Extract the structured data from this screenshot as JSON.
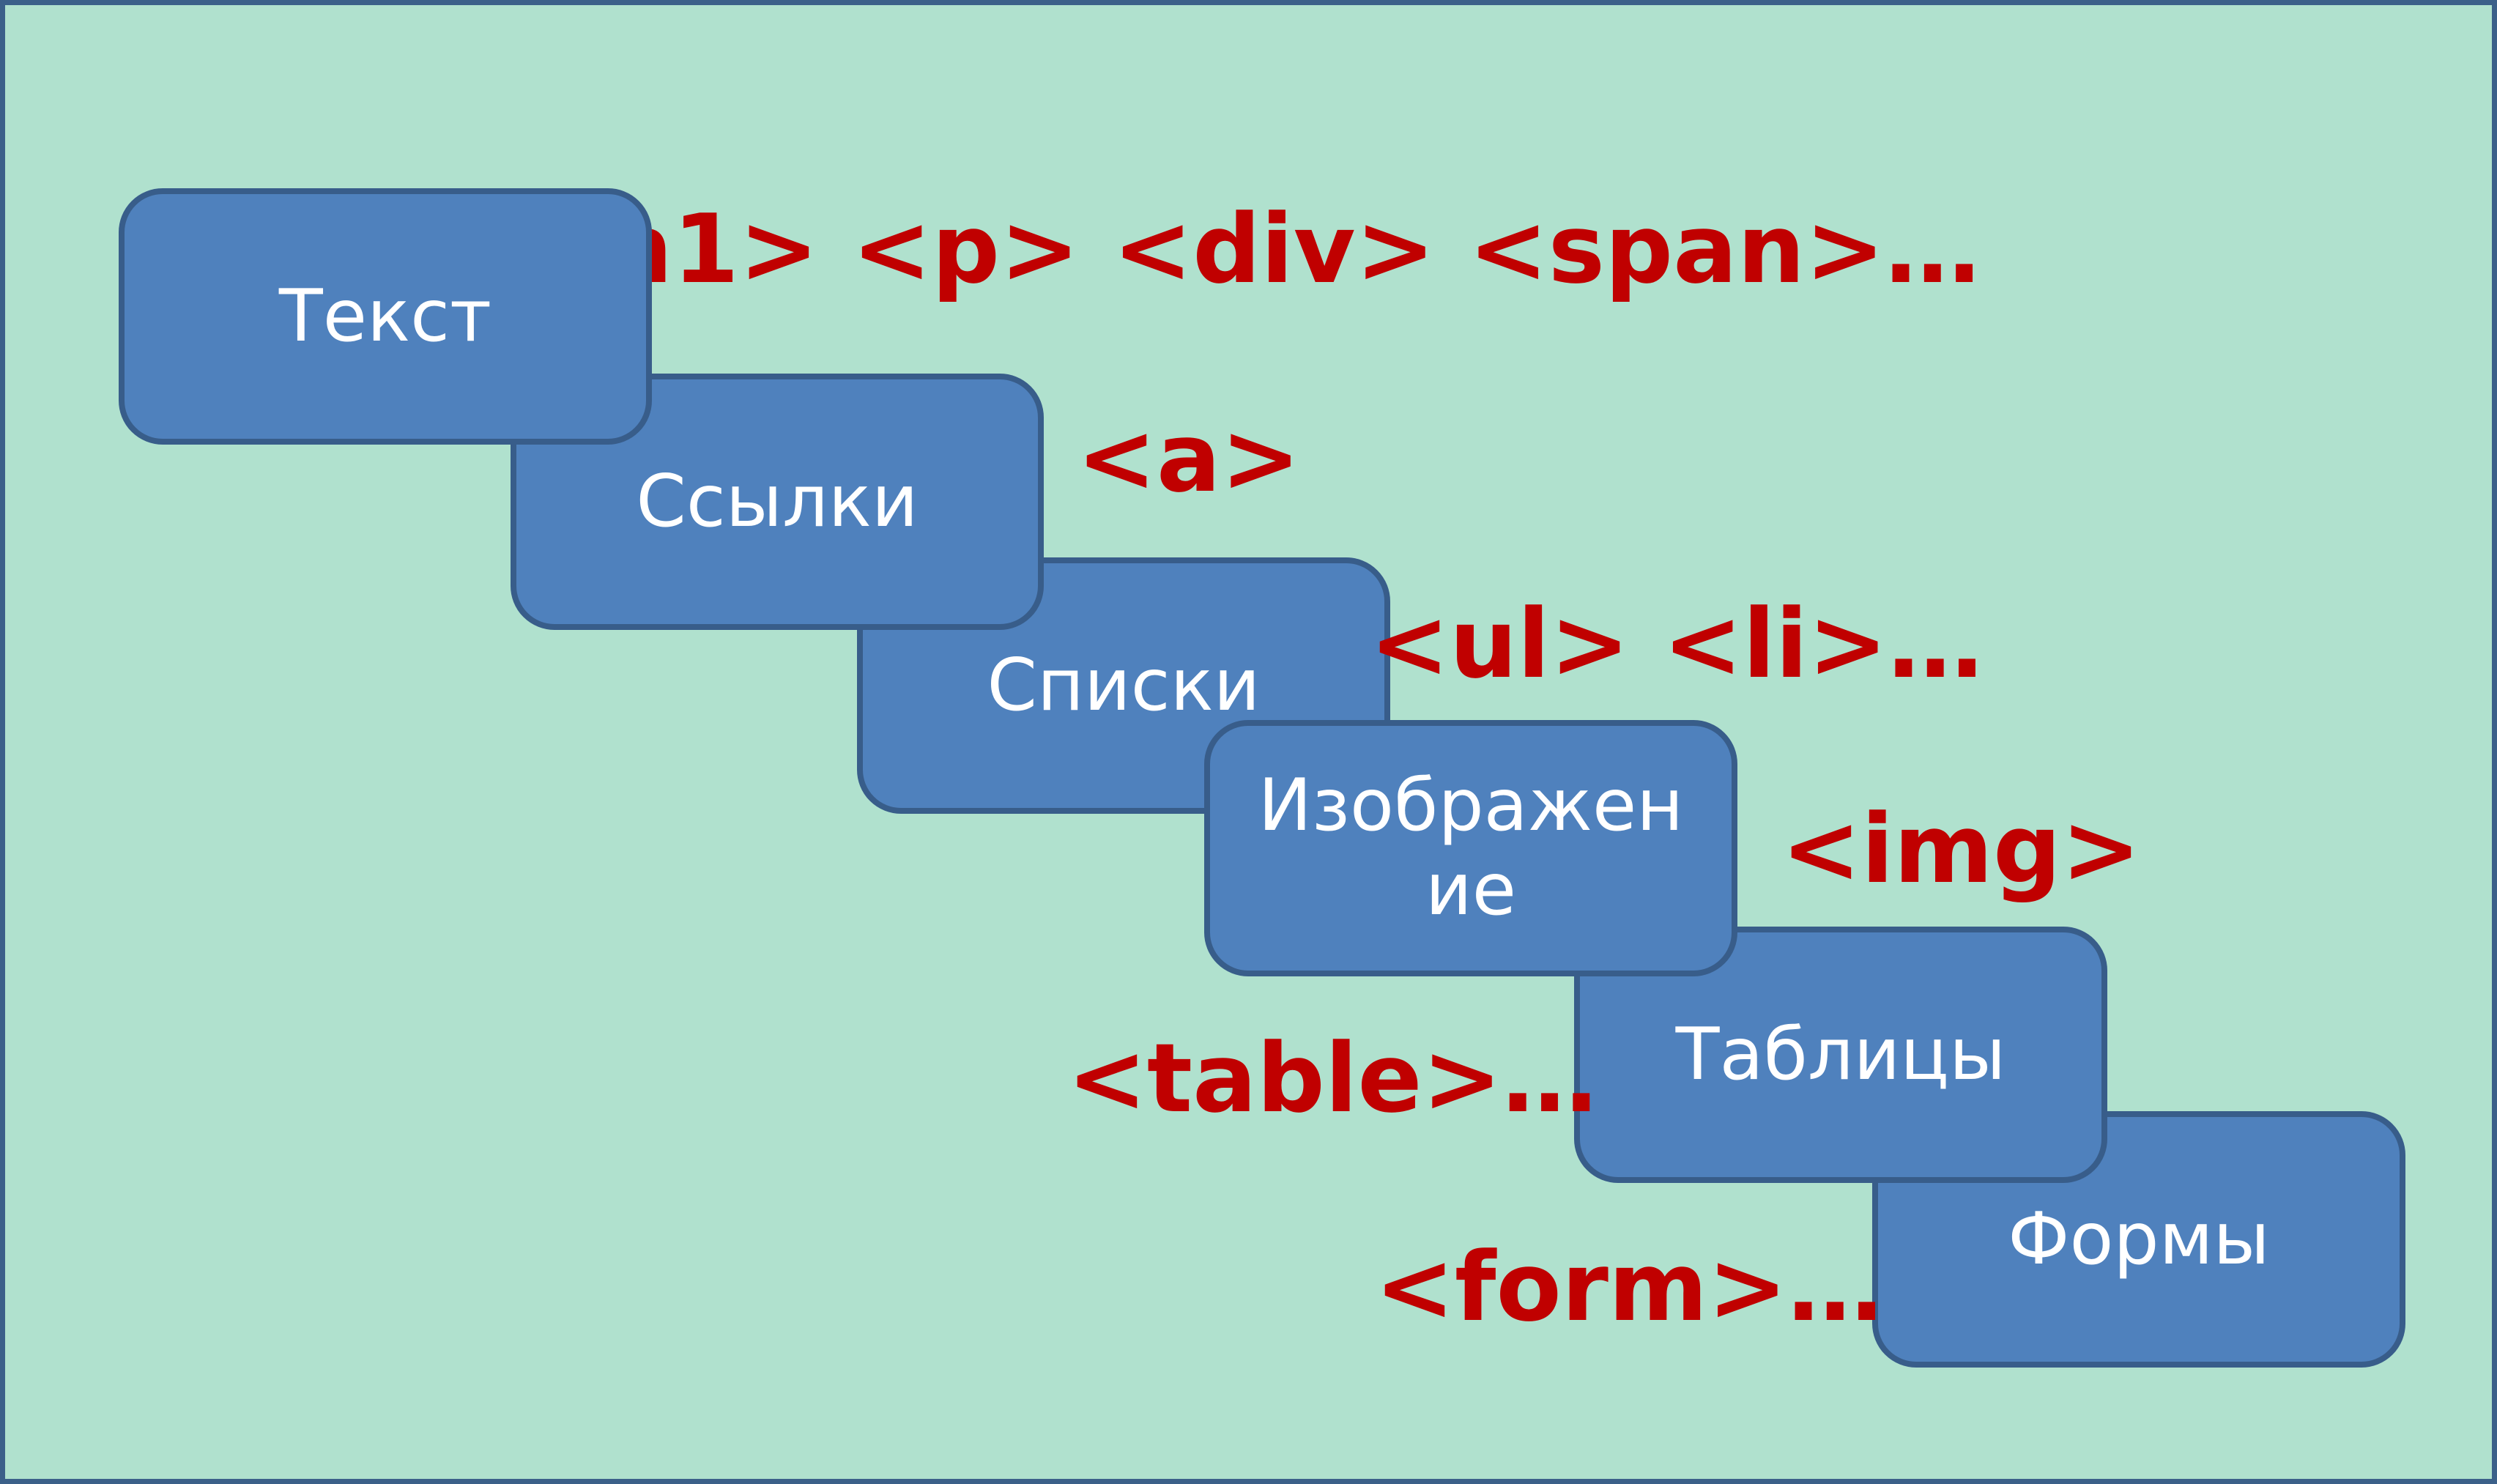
{
  "steps": [
    {
      "label": "Текст",
      "tags": "<h1> <p> <div> <span>…"
    },
    {
      "label": "Ссылки",
      "tags": "<a>"
    },
    {
      "label": "Списки",
      "tags": "<ul> <li>…"
    },
    {
      "label": "Изображен ие",
      "tags": "<img>"
    },
    {
      "label": "Таблицы",
      "tags": "<table>…"
    },
    {
      "label": "Формы",
      "tags": "<form>…"
    }
  ],
  "colors": {
    "background": "#b0e1ce",
    "box_fill": "#4f81bd",
    "box_border": "#385d8a",
    "tag_text": "#c00000",
    "box_text": "#ffffff"
  }
}
